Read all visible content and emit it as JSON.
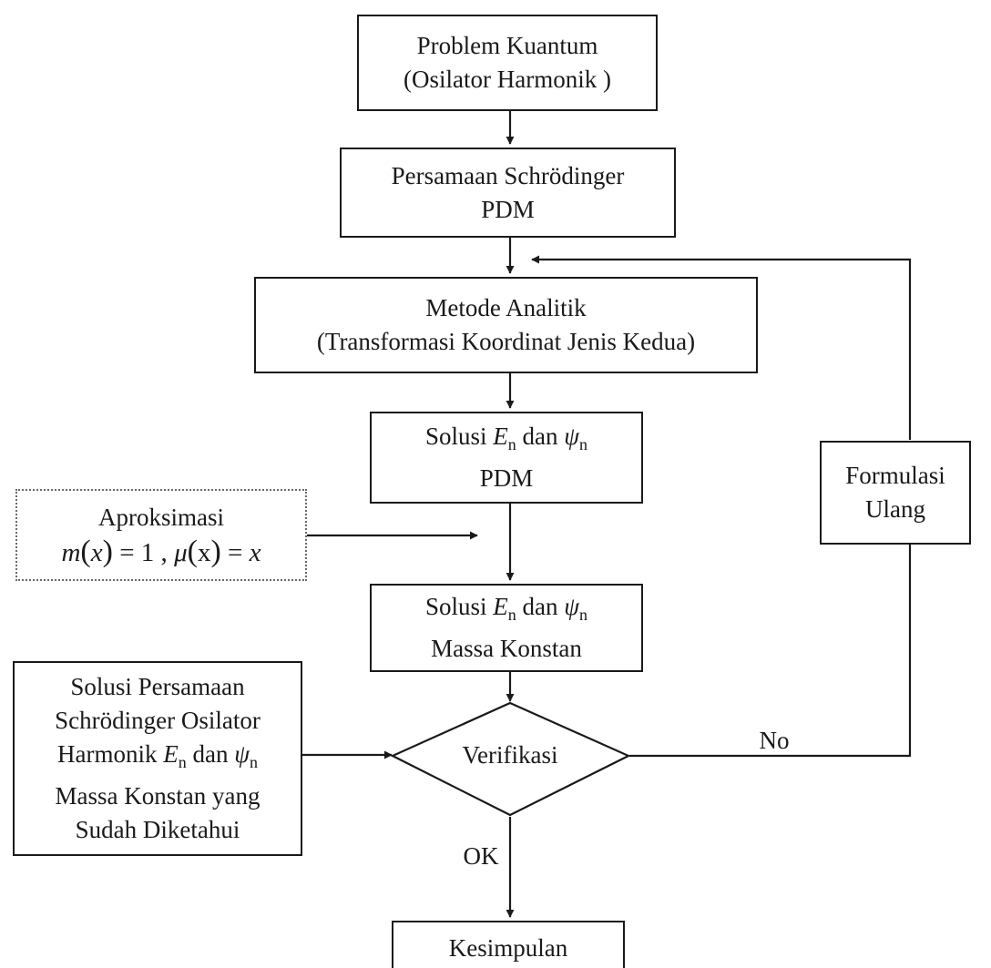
{
  "nodes": {
    "problem": {
      "line1": "Problem Kuantum",
      "line2": "(Osilator Harmonik )"
    },
    "schrodinger_pdm": {
      "line1": "Persamaan Schrödinger",
      "line2": "PDM"
    },
    "metode": {
      "line1": "Metode Analitik",
      "line2": "(Transformasi Koordinat Jenis Kedua)"
    },
    "solusi_pdm": {
      "prefix": "Solusi ",
      "E": "E",
      "E_sub": "n",
      "dan": " dan ",
      "psi": "ψ",
      "psi_sub": "n",
      "line2": "PDM"
    },
    "aproksimasi": {
      "line1": "Aproksimasi",
      "m": "m",
      "x1": "x",
      "eq1": "= 1  ,",
      "mu": "μ",
      "x2": "x",
      "eq2": "=",
      "x3": "x"
    },
    "solusi_konstan": {
      "prefix": "Solusi ",
      "E": "E",
      "E_sub": "n",
      "dan": " dan ",
      "psi": "ψ",
      "psi_sub": "n",
      "line2": "Massa Konstan"
    },
    "known_solution": {
      "line1": "Solusi Persamaan",
      "line2": "Schrödinger Osilator",
      "line3_prefix": "Harmonik ",
      "E": "E",
      "E_sub": "n",
      "dan": " dan ",
      "psi": "ψ",
      "psi_sub": "n",
      "line4": "Massa Konstan yang",
      "line5": "Sudah Diketahui"
    },
    "verifikasi": {
      "label": "Verifikasi"
    },
    "formulasi": {
      "line1": "Formulasi",
      "line2": "Ulang"
    },
    "kesimpulan": {
      "label": "Kesimpulan"
    }
  },
  "edge_labels": {
    "no": "No",
    "ok": "OK"
  },
  "colors": {
    "stroke": "#1a1a1a",
    "dotted_border": "#6a6a6a",
    "background": "#ffffff"
  }
}
